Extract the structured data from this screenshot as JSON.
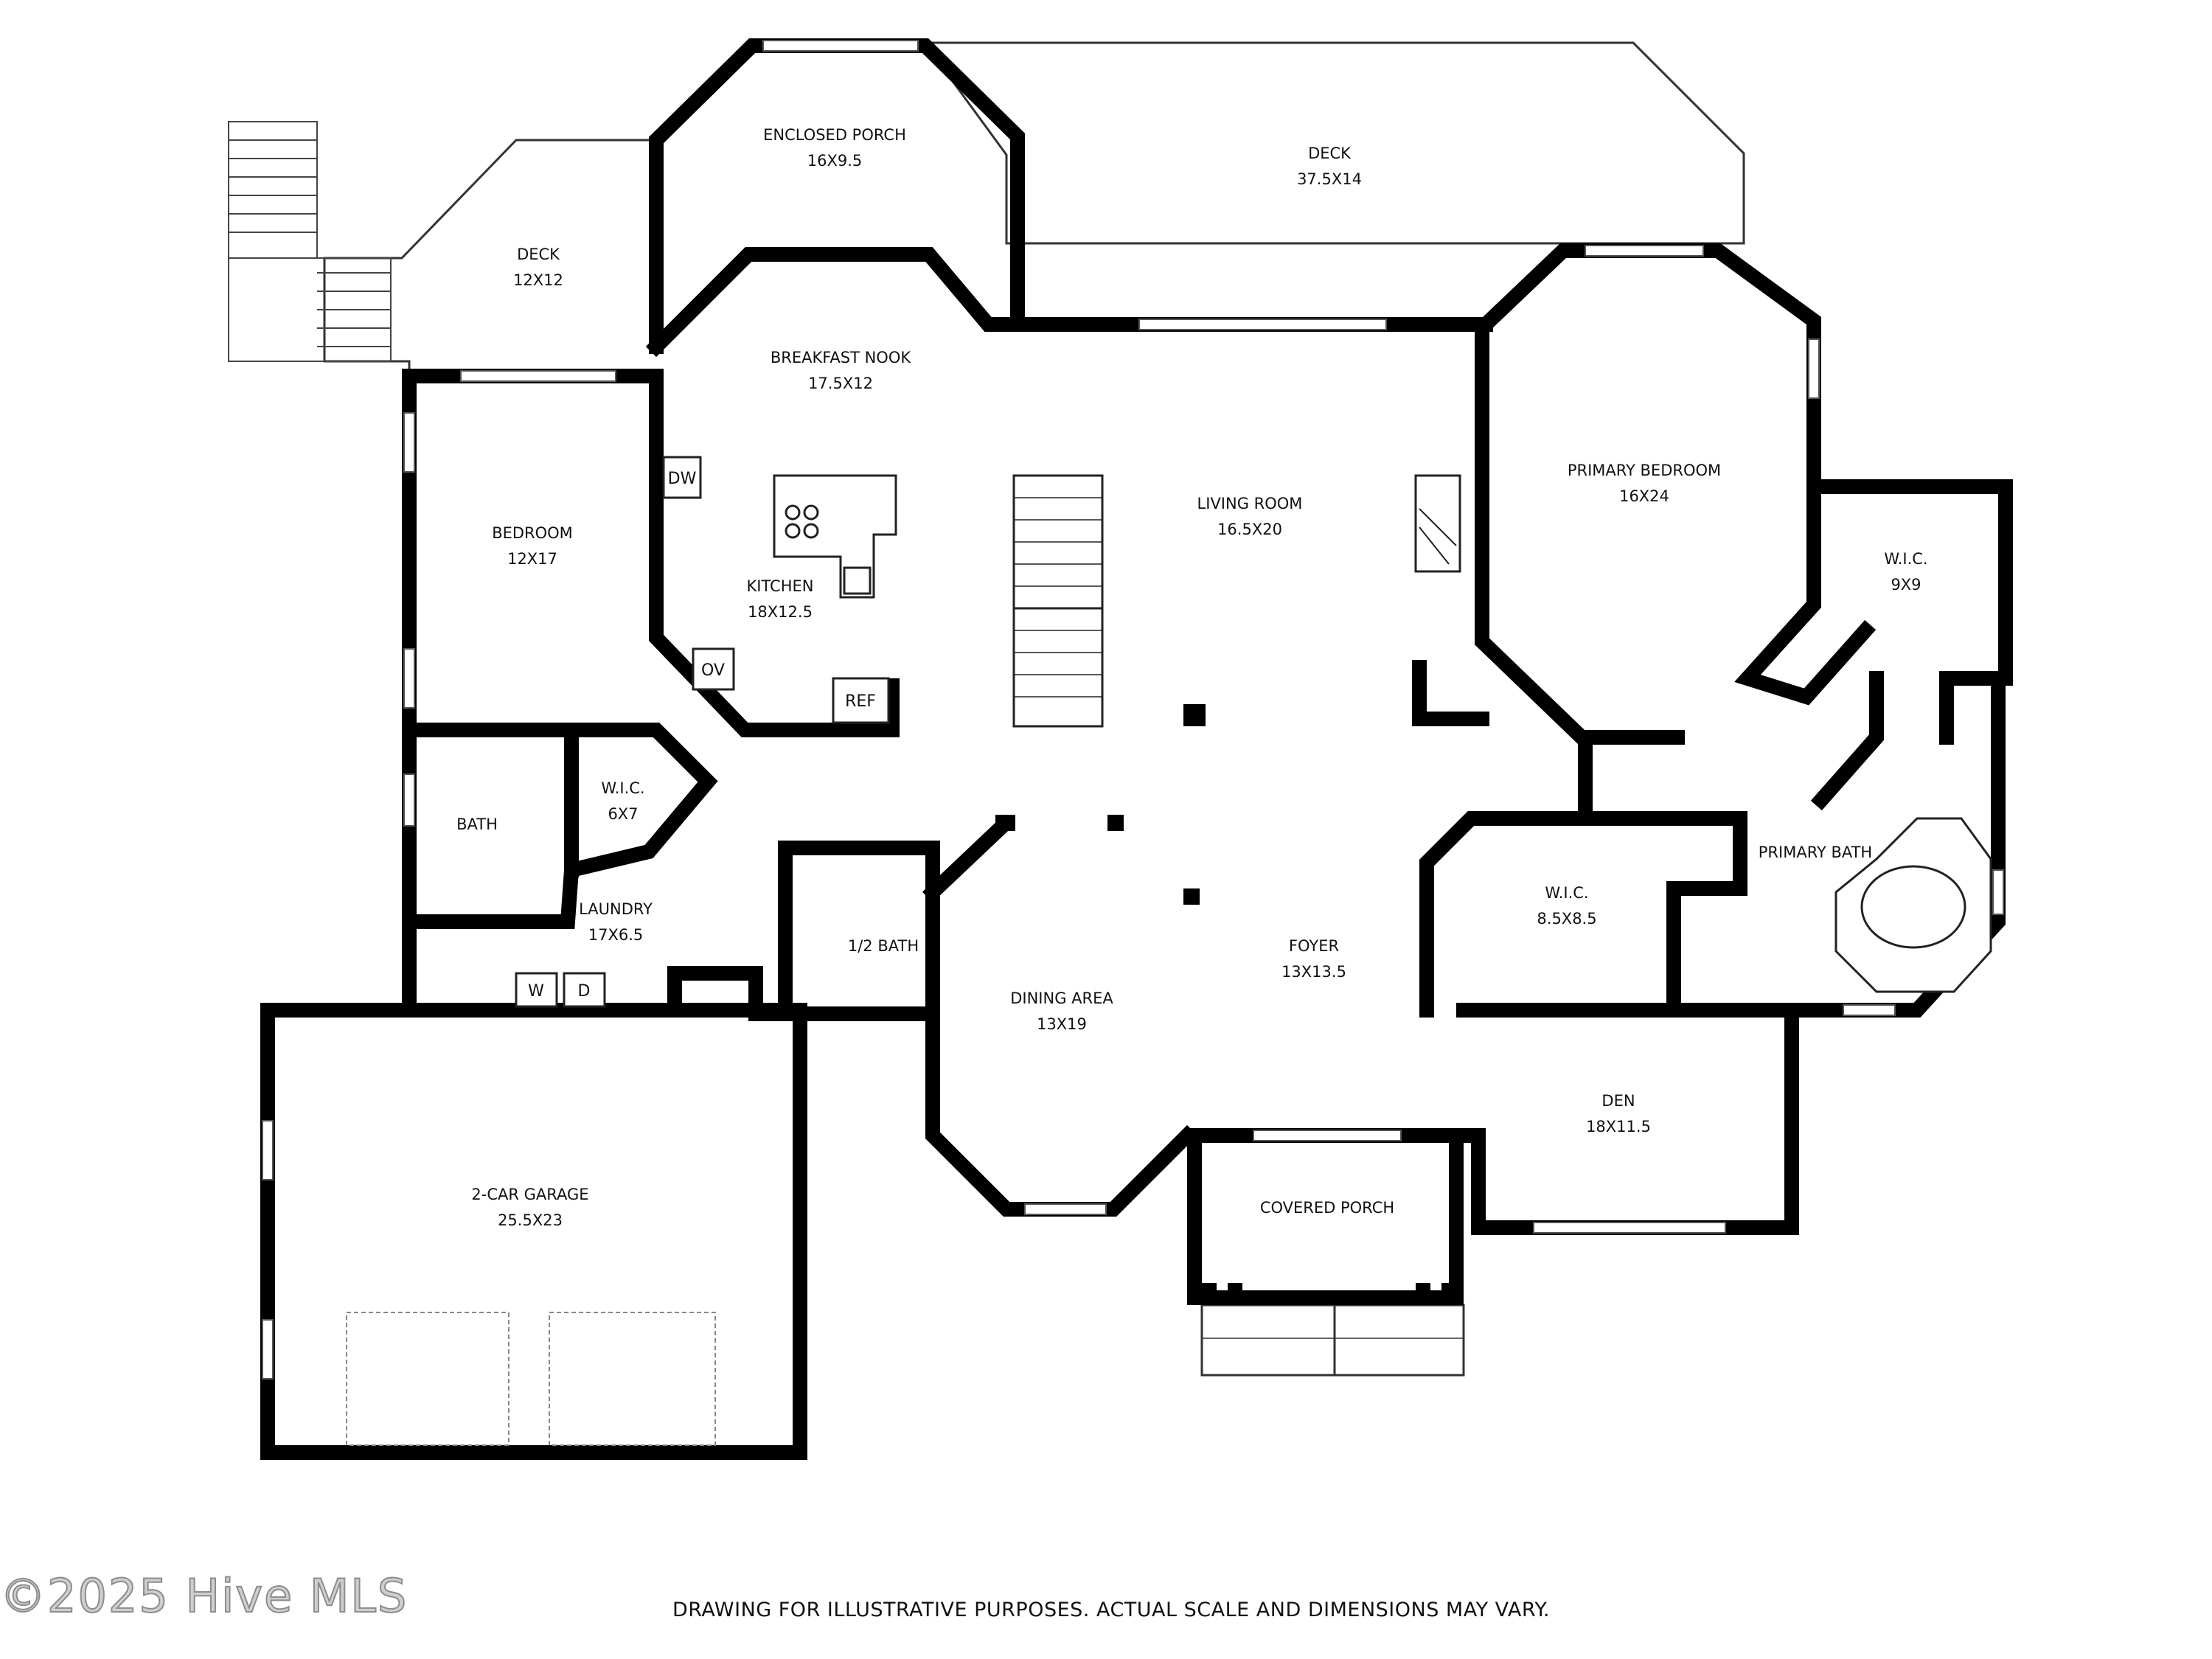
{
  "rooms": [
    {
      "id": "enclosed-porch",
      "name": "ENCLOSED PORCH",
      "dims": "16X9.5"
    },
    {
      "id": "deck-rear",
      "name": "DECK",
      "dims": "37.5X14"
    },
    {
      "id": "deck-side",
      "name": "DECK",
      "dims": "12X12"
    },
    {
      "id": "breakfast-nook",
      "name": "BREAKFAST NOOK",
      "dims": "17.5X12"
    },
    {
      "id": "living-room",
      "name": "LIVING ROOM",
      "dims": "16.5X20"
    },
    {
      "id": "primary-bedroom",
      "name": "PRIMARY BEDROOM",
      "dims": "16X24"
    },
    {
      "id": "bedroom",
      "name": "BEDROOM",
      "dims": "12X17"
    },
    {
      "id": "kitchen",
      "name": "KITCHEN",
      "dims": "18X12.5"
    },
    {
      "id": "wic-primary",
      "name": "W.I.C.",
      "dims": "9X9"
    },
    {
      "id": "wic-bedroom",
      "name": "W.I.C.",
      "dims": "6X7"
    },
    {
      "id": "bath",
      "name": "BATH",
      "dims": ""
    },
    {
      "id": "laundry",
      "name": "LAUNDRY",
      "dims": "17X6.5"
    },
    {
      "id": "half-bath",
      "name": "1/2 BATH",
      "dims": ""
    },
    {
      "id": "primary-bath",
      "name": "PRIMARY BATH",
      "dims": ""
    },
    {
      "id": "wic-foyer",
      "name": "W.I.C.",
      "dims": "8.5X8.5"
    },
    {
      "id": "foyer",
      "name": "FOYER",
      "dims": "13X13.5"
    },
    {
      "id": "dining-area",
      "name": "DINING AREA",
      "dims": "13X19"
    },
    {
      "id": "den",
      "name": "DEN",
      "dims": "18X11.5"
    },
    {
      "id": "garage",
      "name": "2-CAR GARAGE",
      "dims": "25.5X23"
    },
    {
      "id": "covered-porch",
      "name": "COVERED PORCH",
      "dims": ""
    }
  ],
  "fixtures": {
    "dishwasher": "DW",
    "oven": "OV",
    "refrigerator": "REF",
    "washer": "W",
    "dryer": "D"
  },
  "footer": {
    "disclaimer": "DRAWING FOR ILLUSTRATIVE PURPOSES. ACTUAL SCALE AND DIMENSIONS MAY VARY.",
    "copyright": "©2025 Hive MLS"
  }
}
